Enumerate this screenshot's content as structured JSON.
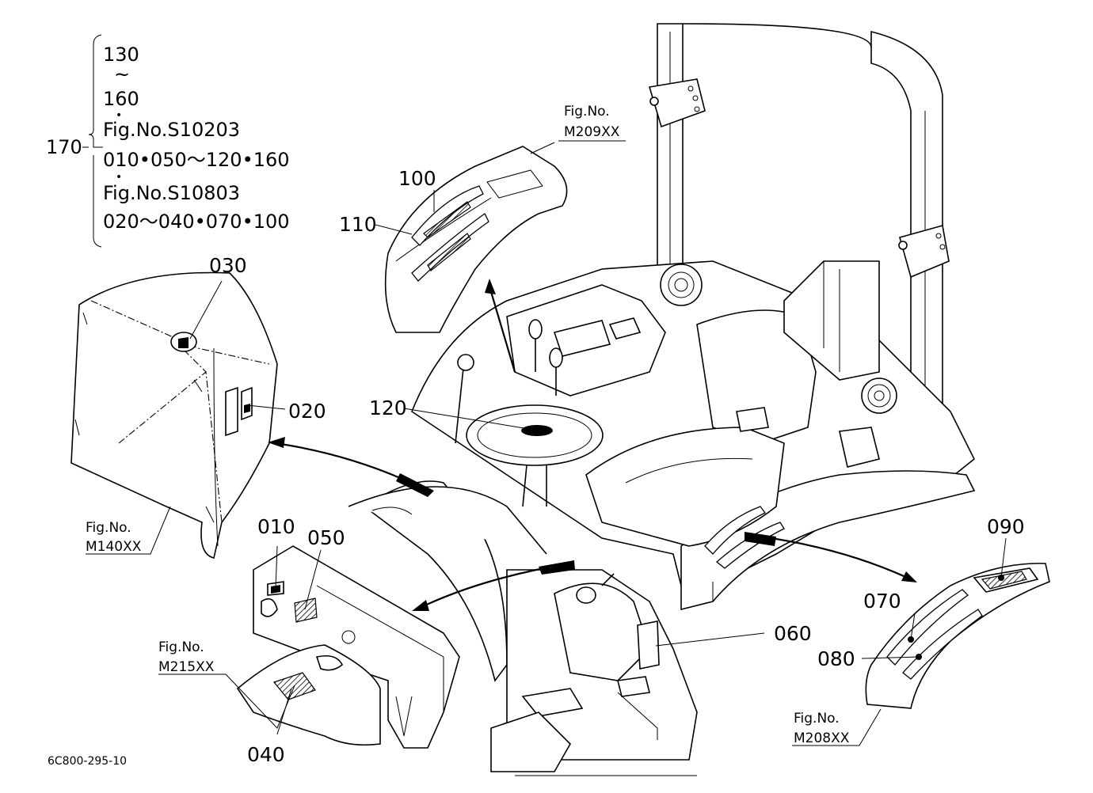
{
  "legend": {
    "bracket_number": "170",
    "lines": [
      "130",
      "~",
      "160",
      "•",
      "Fig.No.S10203",
      "010•050～120•160",
      "•",
      "Fig.No.S10803",
      "020～040•070•100"
    ]
  },
  "callouts": {
    "p010": "010",
    "p020": "020",
    "p030": "030",
    "p040": "040",
    "p050": "050",
    "p060": "060",
    "p070": "070",
    "p080": "080",
    "p090": "090",
    "p100": "100",
    "p110": "110",
    "p120": "120"
  },
  "fig_refs": {
    "m209": {
      "label": "Fig.No.",
      "number": "M209XX"
    },
    "m140": {
      "label": "Fig.No.",
      "number": "M140XX"
    },
    "m215": {
      "label": "Fig.No.",
      "number": "M215XX"
    },
    "m208": {
      "label": "Fig.No.",
      "number": "M208XX"
    }
  },
  "drawing_code": "6C800-295-10"
}
